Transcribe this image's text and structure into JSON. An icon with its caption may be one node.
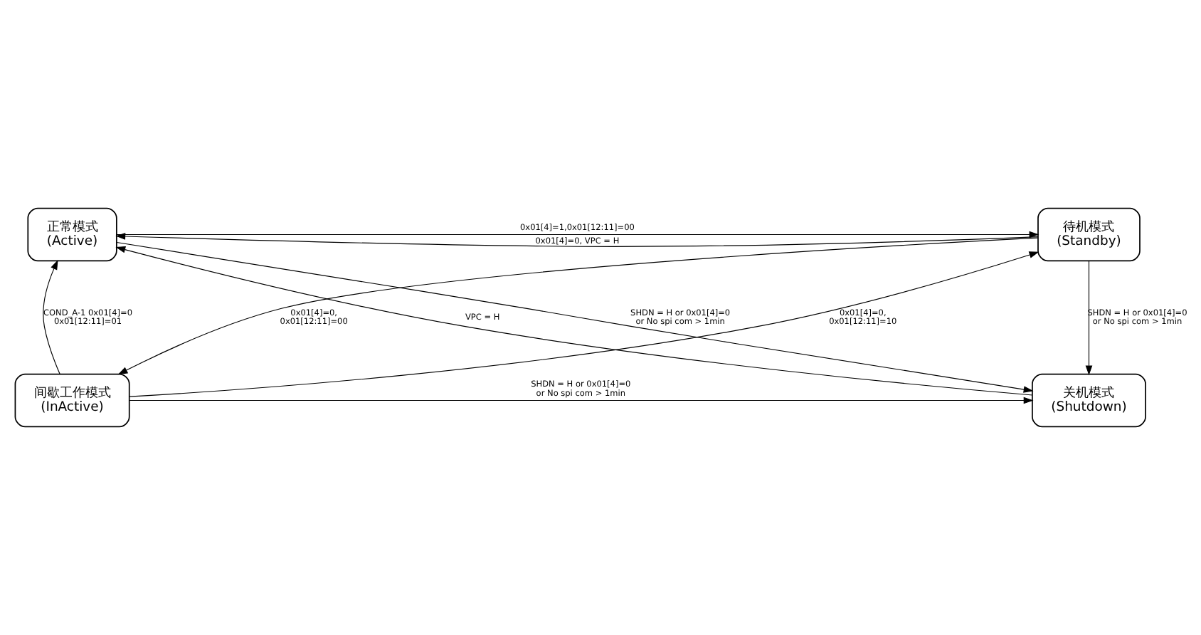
{
  "diagram": {
    "nodes": [
      {
        "text": [
          "正常模式",
          "(Active)"
        ]
      },
      {
        "text": [
          "待机模式",
          "(Standby)"
        ]
      },
      {
        "text": [
          "间歇工作模式",
          "(InActive)"
        ]
      },
      {
        "text": [
          "关机模式",
          "(Shutdown)"
        ]
      }
    ],
    "edges": [
      {
        "from": 0,
        "to": 1,
        "arrow": "to",
        "label": "0x01[4]=1,0x01[12:11]=00"
      },
      {
        "from": 1,
        "to": 0,
        "arrow": "to",
        "label": "0x01[4]=0, VPC = H"
      },
      {
        "from": 0,
        "to": 3,
        "arrow": "to",
        "label": "SHDN = H or 0x01[4]=0 or No spi com > 1min"
      },
      {
        "from": 3,
        "to": 0,
        "arrow": "to",
        "label": "VPC = H"
      },
      {
        "from": 2,
        "to": 1,
        "arrow": "to",
        "label": "0x01[4]=0, 0x01[12:11]=10"
      },
      {
        "from": 1,
        "to": 2,
        "arrow": "to",
        "label": "0x01[4]=0, 0x01[12:11]=00"
      },
      {
        "from": 1,
        "to": 3,
        "arrow": "to",
        "label": "SHDN = H or 0x01[4]=0 or No spi com > 1min"
      },
      {
        "from": 2,
        "to": 0,
        "arrow": "to",
        "label": "COND_A-1 0x01[4]=0 0x01[12:11]=01"
      },
      {
        "from": 2,
        "to": 3,
        "arrow": "to",
        "label": "SHDN = H or 0x01[4]=0 or No spi com > 1min"
      }
    ]
  }
}
